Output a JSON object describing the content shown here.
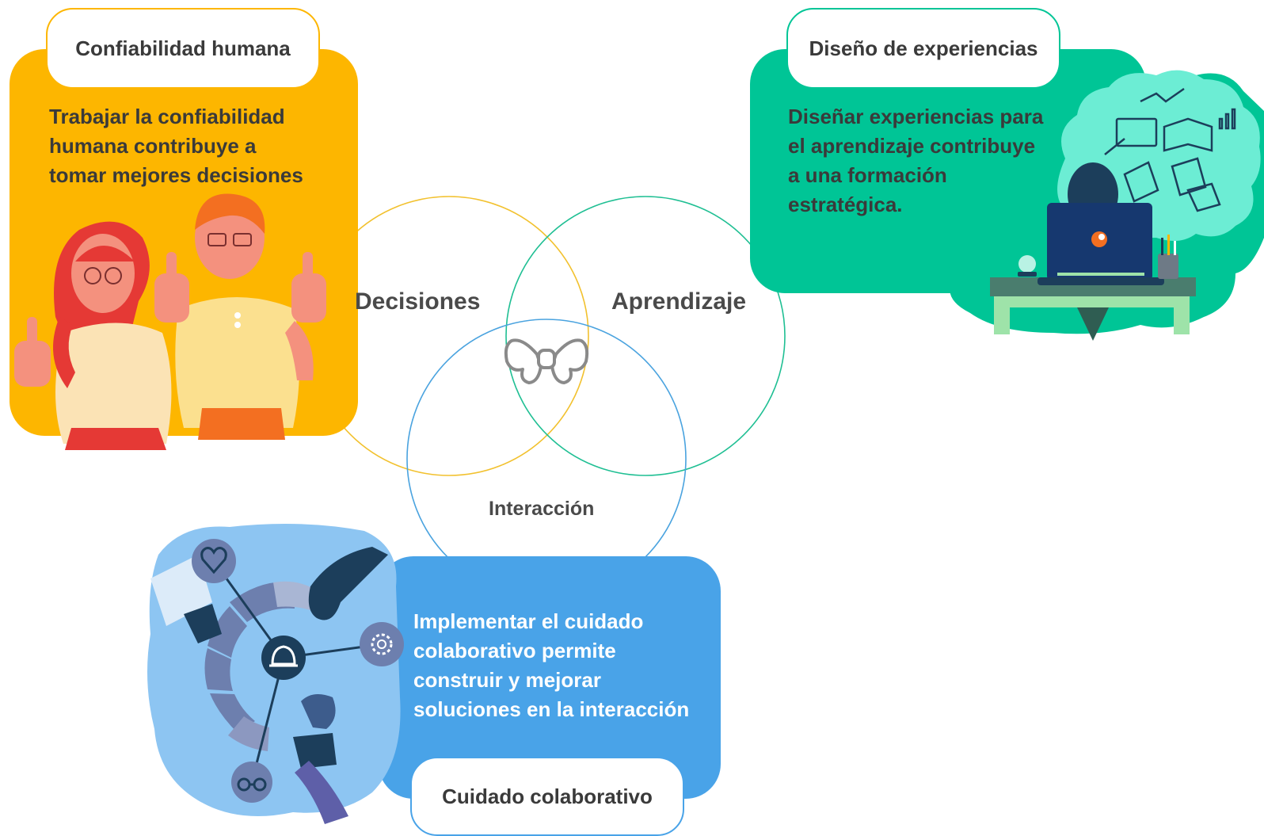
{
  "cards": {
    "confiabilidad": {
      "title": "Confiabilidad humana",
      "lines": [
        "Trabajar la confiabilidad",
        "humana contribuye a",
        "tomar mejores decisiones"
      ],
      "color": "#FDB600"
    },
    "diseno": {
      "title": "Diseño de experiencias",
      "lines": [
        "Diseñar experiencias para",
        "el aprendizaje contribuye",
        "a una formación",
        "estratégica."
      ],
      "color": "#00C596"
    },
    "cuidado": {
      "title": "Cuidado colaborativo",
      "lines": [
        "Implementar el cuidado",
        "colaborativo permite",
        "construir y mejorar",
        "soluciones en la interacción"
      ],
      "color": "#49A3E8"
    }
  },
  "venn": {
    "circles": [
      {
        "label": "Decisiones",
        "color": "#F2C12E"
      },
      {
        "label": "Aprendizaje",
        "color": "#1FBF93"
      },
      {
        "label": "Interacción",
        "color": "#4AA3DF"
      }
    ],
    "center_icon": "bow-tie-icon"
  },
  "illustrations": {
    "confiabilidad": "two-people-thumbs-up-illustration",
    "diseno": "person-at-laptop-ideas-cloud-illustration",
    "cuidado": "hands-puzzle-network-illustration"
  },
  "network_icons": [
    "heart-icon",
    "gear-icon",
    "hard-hat-icon",
    "glasses-icon"
  ],
  "laptop_logo": "laptop-logo-icon"
}
